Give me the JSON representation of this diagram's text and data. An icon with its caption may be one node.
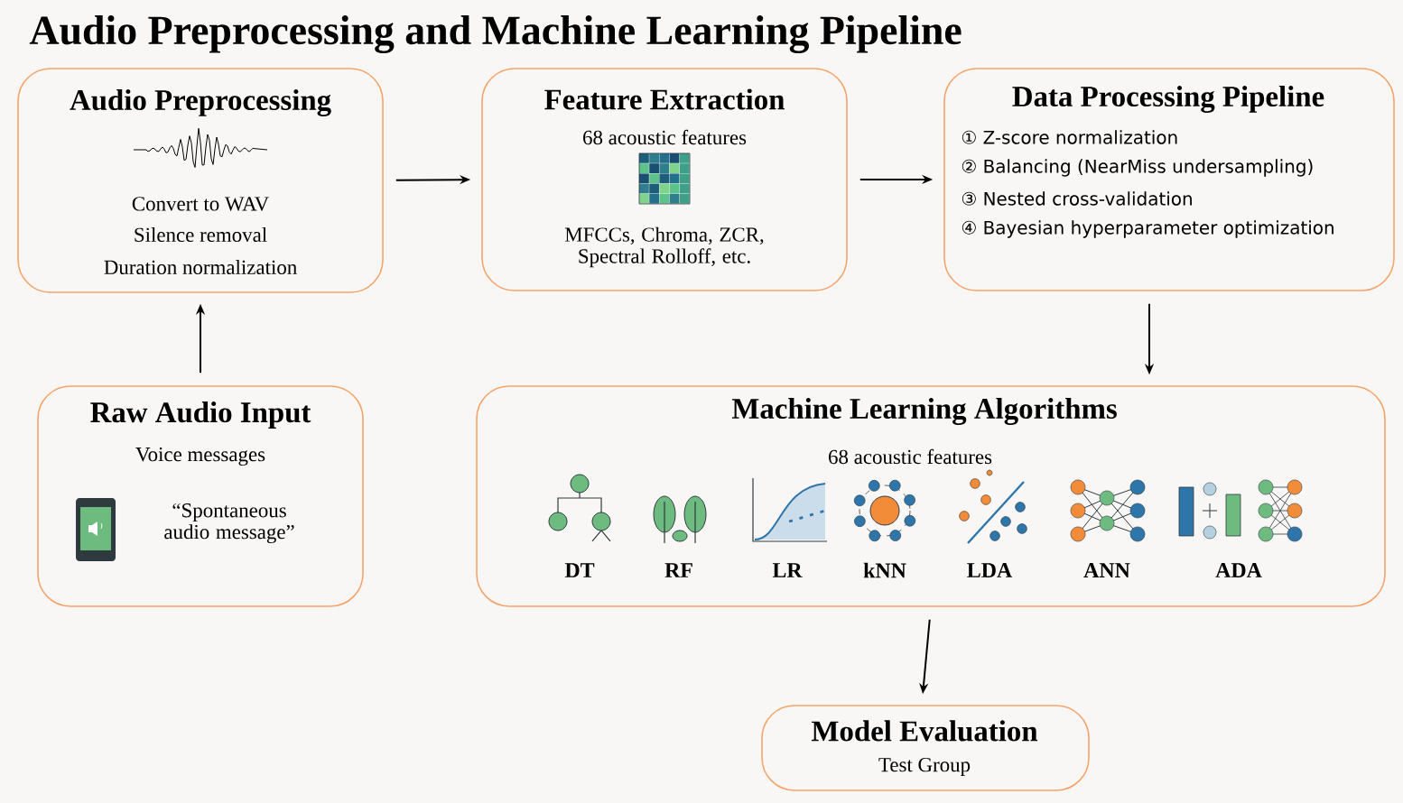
{
  "diagram": {
    "title": "Audio Preprocessing and Machine Learning Pipeline",
    "nodes": [
      {
        "text": [
          "Audio Preprocessing",
          "Convert to WAV",
          "Silence removal",
          "Duration normalization"
        ]
      },
      {
        "text": [
          "Feature Extraction",
          "68 acoustic features",
          "MFCCs, Chroma, ZCR, Spectral Rolloff, etc."
        ]
      },
      {
        "text": [
          "Data Processing Pipeline",
          "① Z-score normalization",
          "② Balancing (NearMiss undersampling)",
          "③ Nested cross-validation",
          "④ Bayesian hyperparameter optimization"
        ]
      },
      {
        "text": [
          "Raw Audio Input",
          "Voice messages",
          "“Spontaneous audio message”"
        ]
      },
      {
        "text": [
          "Machine Learning Algorithms",
          "68 acoustic features",
          "DT",
          "RF",
          "LR",
          "kNN",
          "LDA",
          "ANN",
          "ADA"
        ]
      },
      {
        "text": [
          "Model Evaluation",
          "Test Group"
        ]
      }
    ],
    "edges": [
      {
        "from": 3,
        "to": 0,
        "arrow": "to"
      },
      {
        "from": 0,
        "to": 1,
        "arrow": "to"
      },
      {
        "from": 1,
        "to": 2,
        "arrow": "to"
      },
      {
        "from": 2,
        "to": 4,
        "arrow": "to"
      },
      {
        "from": 4,
        "to": 5,
        "arrow": "to"
      }
    ]
  }
}
